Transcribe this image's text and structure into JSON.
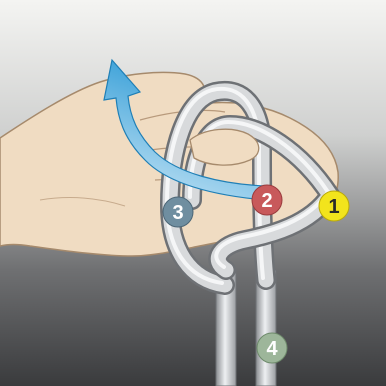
{
  "illustration": {
    "markers": [
      {
        "label": "1",
        "color": "#f2e41c",
        "text_color": "#2a2a2a"
      },
      {
        "label": "2",
        "color": "#c8595b",
        "text_color": "#ffffff"
      },
      {
        "label": "3",
        "color": "#6f8ea0",
        "text_color": "#ffffff"
      },
      {
        "label": "4",
        "color": "#9db69a",
        "text_color": "#ffffff"
      }
    ],
    "arrow_color": "#4aaee0",
    "rope_color": "#c9ccd0",
    "background_top": "#f2f2f0",
    "background_bottom": "#3b3c3e",
    "hand_color": "#f1dcc0"
  }
}
